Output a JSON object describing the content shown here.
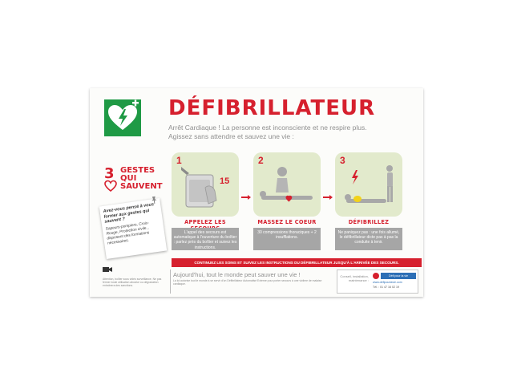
{
  "poster": {
    "title": "DÉFIBRILLATEUR",
    "subtitle_line1": "Arrêt Cardiaque ! La personne est inconsciente et ne respire plus.",
    "subtitle_line2": "Agissez sans attendre et sauvez une vie :",
    "gestes": {
      "number": "3",
      "line1": "GESTES",
      "line2": "QUI",
      "line3": "SAUVENT"
    },
    "note": {
      "question": "Avez-vous pensé à vous former aux gestes qui sauvent ?",
      "answer": "Sapeurs-pompiers, Croix-Rouge, Protection civile... disposent des formations nécessaires."
    },
    "steps": [
      {
        "number": "1",
        "badge": "15",
        "label": "APPELEZ LES SECOURS",
        "desc": "L'appel des secours est automatique à l'ouverture du boîtier : parlez près du boîtier et suivez les instructions."
      },
      {
        "number": "2",
        "label": "MASSEZ LE COEUR",
        "desc": "30 compressions thoraciques + 2 insufflations."
      },
      {
        "number": "3",
        "label": "DÉFIBRILLEZ",
        "desc": "Ne paniquez pas : une fois allumé, le défibrillateur dicte pas à pas la conduite à tenir."
      }
    ],
    "banner": "CONTINUEZ LES SOINS ET SUIVEZ LES INSTRUCTIONS DU DÉFIBRILLATEUR JUSQU'À L'ARRIVÉE DES SECOURS.",
    "footer_left": "Attention, boîtier sous vidéo surveillance. Ne pas fermer toute utilisation abusive ou dégradation entraînera des sanctions.",
    "footer_title": "Aujourd'hui, tout le monde peut sauver une vie !",
    "footer_text": "La loi autorise tout le monde à se servir d'un Défibrillateur Automatisé Externe pour porter secours à une victime de malaise cardiaque.",
    "contact": {
      "text": "Conseil, installation, maintenance :",
      "name": "Défi pour la vie",
      "web": "www.defipourlavie.com",
      "tel": "Tél. : 01 47 16 02 19"
    },
    "colors": {
      "accent": "#d6202e",
      "aed_green": "#1f9a45",
      "step_bg": "#e2eacc",
      "box_grey": "#a6a6a6"
    }
  }
}
